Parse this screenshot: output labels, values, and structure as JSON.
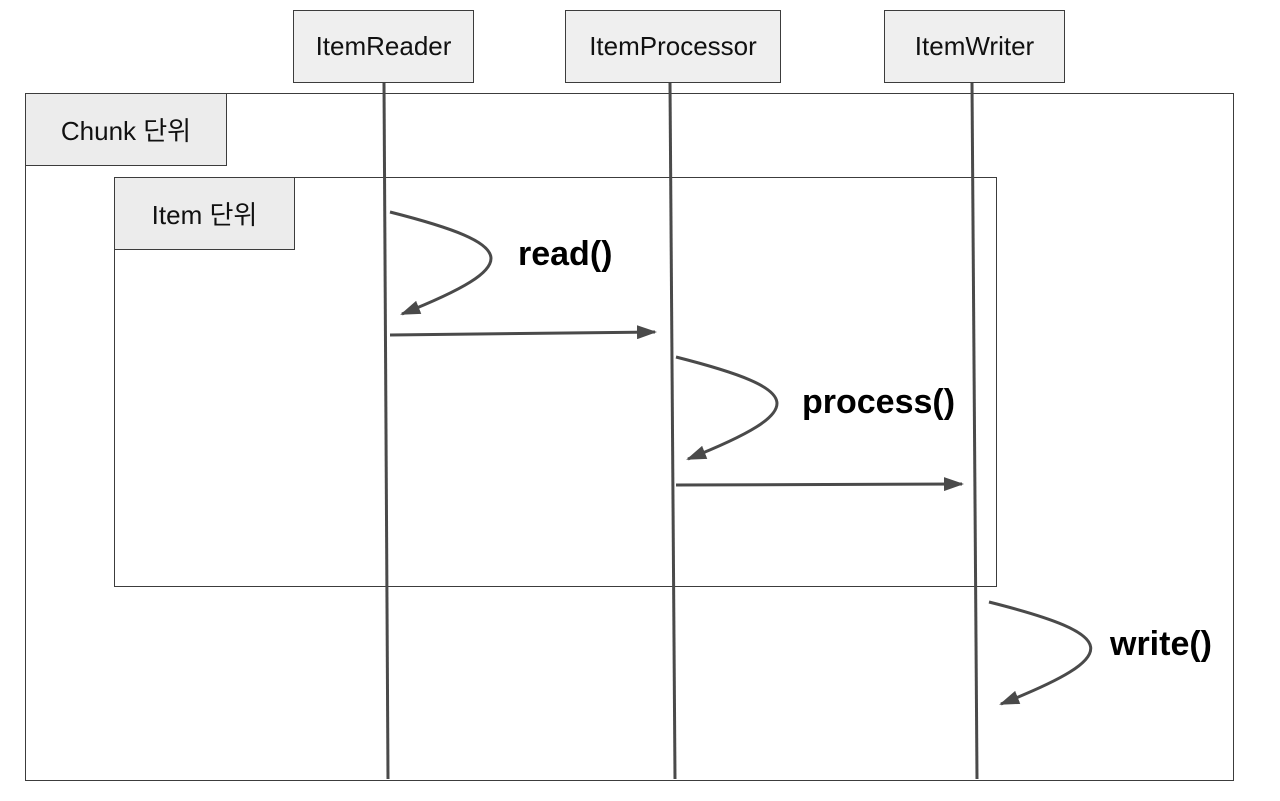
{
  "participants": {
    "reader": "ItemReader",
    "processor": "ItemProcessor",
    "writer": "ItemWriter"
  },
  "frames": {
    "chunk_label": "Chunk 단위",
    "item_label": "Item 단위"
  },
  "calls": {
    "read": "read()",
    "process": "process()",
    "write": "write()"
  },
  "colors": {
    "line": "#4a4a4a",
    "box_fill": "#efefef"
  }
}
